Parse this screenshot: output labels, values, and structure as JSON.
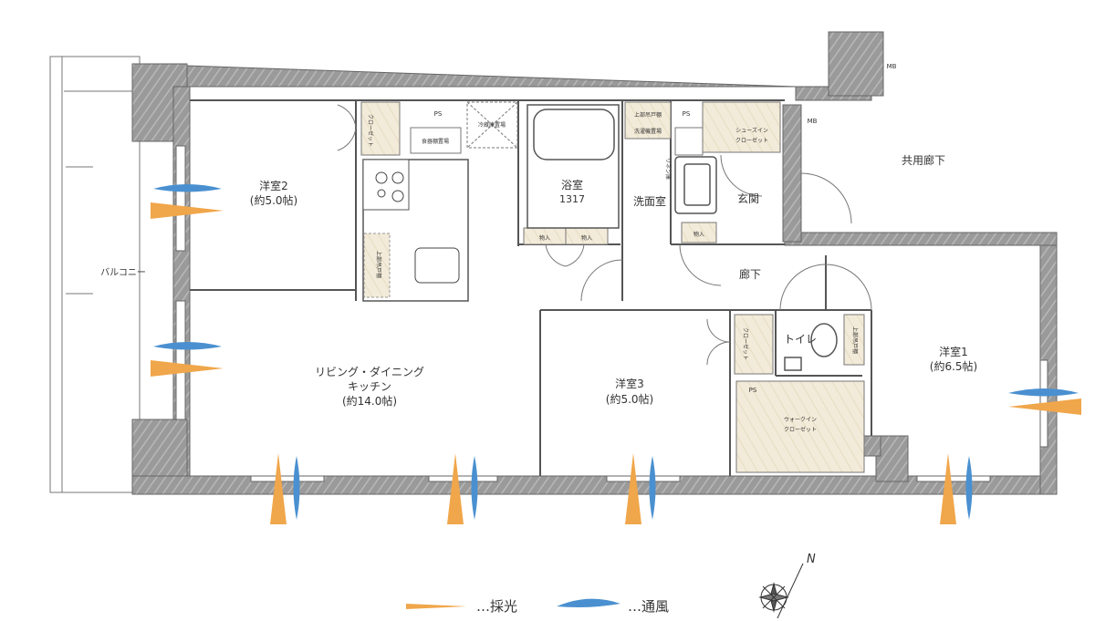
{
  "rooms": {
    "western2": {
      "name": "洋室2",
      "size": "(約5.0帖)"
    },
    "ldk": {
      "line1": "リビング・ダイニング",
      "line2": "キッチン",
      "size": "(約14.0帖)"
    },
    "western3": {
      "name": "洋室3",
      "size": "(約5.0帖)"
    },
    "western1": {
      "name": "洋室1",
      "size": "(約6.5帖)"
    },
    "bath": {
      "name": "浴室",
      "size": "1317"
    },
    "washroom": {
      "name": "洗面室"
    },
    "entrance": {
      "name": "玄関"
    },
    "hallway": {
      "name": "廊下"
    },
    "toilet": {
      "name": "トイレ"
    },
    "common_corridor": {
      "name": "共用廊下"
    },
    "balcony": {
      "name": "バルコニー"
    }
  },
  "small_labels": {
    "closet": "クローゼット",
    "ps": "PS",
    "mb": "MB",
    "fridge": "冷蔵庫置場",
    "dish": "食器棚置場",
    "upper_cabinet": "上部吊戸棚",
    "upper_cabinet_toilet": "上部吊戸棚",
    "laundry": "洗濯機置場",
    "linen": "リネン庫",
    "shoes_line1": "シューズイン",
    "shoes_line2": "クローゼット",
    "walkin_line1": "ウォークイン",
    "walkin_line2": "クローゼット",
    "storage": "物入"
  },
  "legend": {
    "light": "…採光",
    "wind": "…通風",
    "north": "N"
  },
  "colors": {
    "light": "#f0a64a",
    "wind": "#4a90d0",
    "wall": "#8f8f8f",
    "wood": "#f2ead8"
  }
}
